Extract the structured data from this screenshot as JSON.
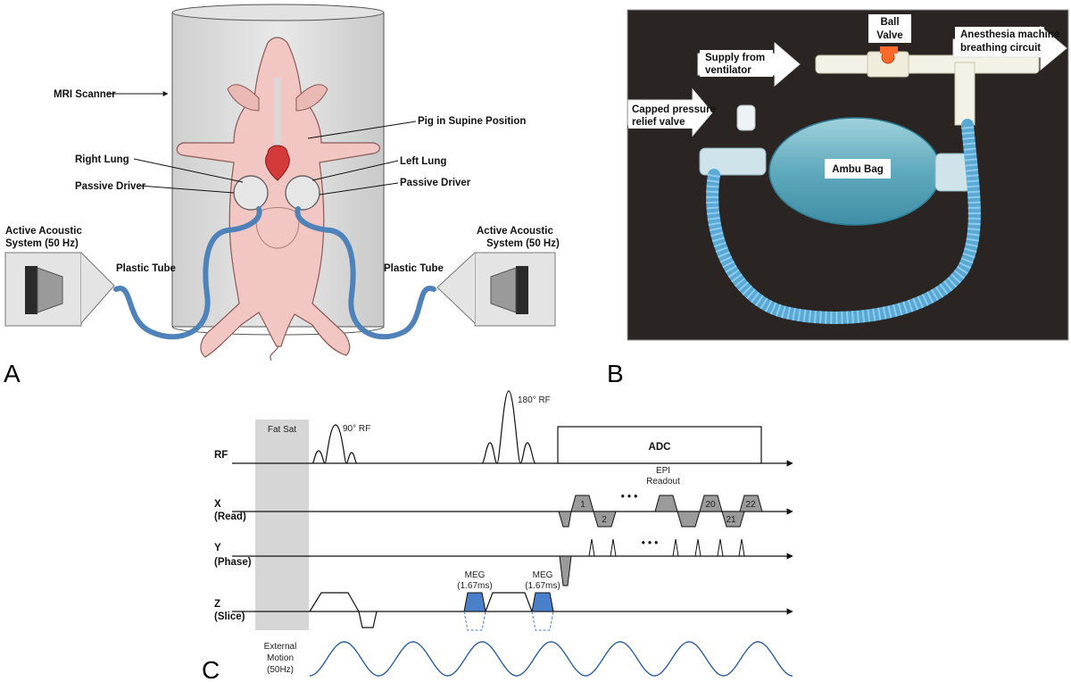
{
  "panels": {
    "a": "A",
    "b": "B",
    "c": "C"
  },
  "panel_a": {
    "mri_scanner": "MRI Scanner",
    "pig": "Pig in Supine Position",
    "right_lung": "Right Lung",
    "left_lung": "Left Lung",
    "passive_driver_left": "Passive Driver",
    "passive_driver_right": "Passive Driver",
    "acoustic_left_1": "Active Acoustic",
    "acoustic_left_2": "System (50 Hz)",
    "acoustic_right_1": "Active Acoustic",
    "acoustic_right_2": "System (50 Hz)",
    "tube_left": "Plastic Tube",
    "tube_right": "Plastic Tube"
  },
  "panel_b": {
    "ball_valve_1": "Ball",
    "ball_valve_2": "Valve",
    "anesthesia_1": "Anesthesia machine",
    "anesthesia_2": "breathing circuit",
    "supply_1": "Supply from",
    "supply_2": "ventilator",
    "capped_1": "Capped pressure",
    "capped_2": "relief valve",
    "ambu": "Ambu Bag"
  },
  "panel_c": {
    "fat_sat": "Fat Sat",
    "rf90": "90° RF",
    "rf180": "180° RF",
    "adc": "ADC",
    "epi_1": "EPI",
    "epi_2": "Readout",
    "rows": {
      "rf": "RF",
      "x": "X",
      "x_sub": "(Read)",
      "y": "Y",
      "y_sub": "(Phase)",
      "z": "Z",
      "z_sub": "(Slice)"
    },
    "ellipsis": "• • •",
    "meg1_1": "MEG",
    "meg1_2": "(1.67ms)",
    "meg2_1": "MEG",
    "meg2_2": "(1.67ms)",
    "motion_1": "External",
    "motion_2": "Motion",
    "motion_3": "(50Hz)",
    "readout_nums": [
      "1",
      "2",
      "20",
      "21",
      "22"
    ]
  },
  "colors": {
    "meg_blue": "#4a7fc9",
    "tube_blue": "#4f82b8",
    "gray_box": "#d6d6d6",
    "photo_bg": "#2a2522",
    "pig_pink": "#f2c7c3"
  }
}
